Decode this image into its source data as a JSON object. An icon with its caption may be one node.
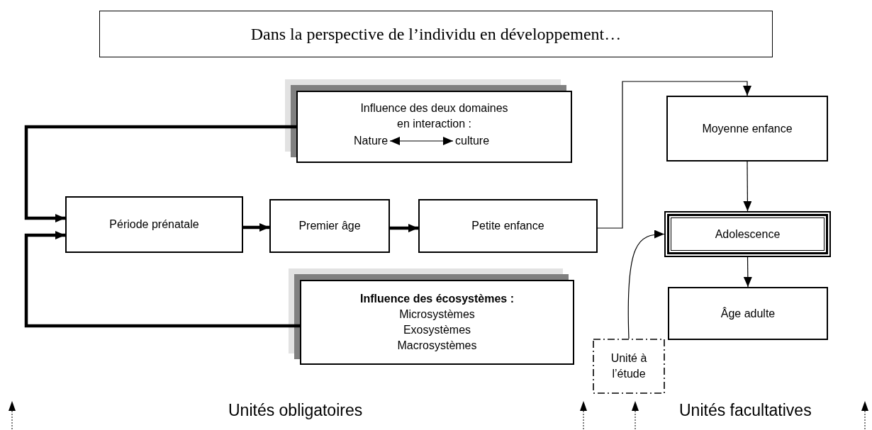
{
  "diagram": {
    "nodes": [
      {
        "text": [
          "Dans la perspective de l’individu en développement…"
        ]
      },
      {
        "text": [
          "Influence des deux domaines en interaction :"
        ]
      },
      {
        "text": [
          "Nature"
        ],
        "in": 1
      },
      {
        "text": [
          "culture"
        ],
        "in": 1
      },
      {
        "text": [
          "Moyenne enfance"
        ]
      },
      {
        "text": [
          "Période prénatale"
        ]
      },
      {
        "text": [
          "Premier âge"
        ]
      },
      {
        "text": [
          "Petite enfance"
        ]
      },
      {
        "text": [
          "Adolescence"
        ]
      },
      {
        "text": [
          "Influence des écosystèmes :",
          "Microsystèmes Exosystèmes Macrosystèmes"
        ]
      },
      {
        "text": [
          "Âge adulte"
        ]
      },
      {
        "text": [
          "Unité à l’étude"
        ]
      }
    ],
    "edges": [
      {
        "from": 2,
        "to": 3,
        "arrow": "both"
      },
      {
        "from": 1,
        "to": 5,
        "arrow": "to",
        "style": "thick"
      },
      {
        "from": 9,
        "to": 5,
        "arrow": "to",
        "style": "thick"
      },
      {
        "from": 5,
        "to": 6,
        "arrow": "to",
        "style": "thick"
      },
      {
        "from": 6,
        "to": 7,
        "arrow": "to",
        "style": "thick"
      },
      {
        "from": 7,
        "to": 4,
        "arrow": "to"
      },
      {
        "from": 4,
        "to": 8,
        "arrow": "to"
      },
      {
        "from": 8,
        "to": 10,
        "arrow": "to"
      },
      {
        "from": 11,
        "to": 8,
        "arrow": "to"
      }
    ],
    "labels": [
      "Unités obligatoires",
      "Unités facultatives"
    ]
  }
}
